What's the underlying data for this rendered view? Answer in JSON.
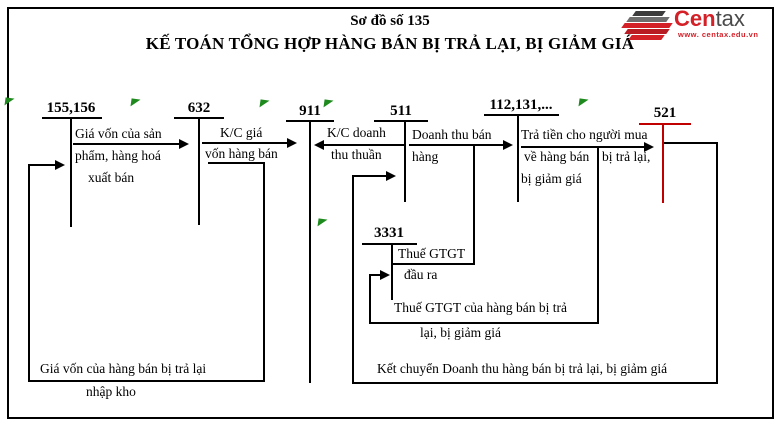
{
  "colors": {
    "line_black": "#000000",
    "accent_red": "#c00000",
    "marker_green": "#1e8a1e",
    "logo_red": "#d42027",
    "logo_dark": "#4a4a4a"
  },
  "title": {
    "subtitle": "Sơ đồ số 135",
    "main": "KẾ TOÁN TỔNG HỢP HÀNG BÁN BỊ TRẢ LẠI, BỊ GIẢM GIÁ"
  },
  "logo": {
    "brand_primary": "Cen",
    "brand_secondary": "tax",
    "website": "www. centax.edu.vn"
  },
  "accounts": {
    "inventory": "155,156",
    "cogs": "632",
    "income_summary": "911",
    "revenue": "511",
    "cash_receivable": "112,131,...",
    "sales_returns": "521",
    "output_vat": "3331"
  },
  "flows": {
    "cogs_out": [
      "Giá vốn của sản",
      "phẩm, hàng hoá",
      "xuất bán"
    ],
    "kc_cogs": [
      "K/C giá",
      "vốn hàng bán"
    ],
    "kc_net_revenue": [
      "K/C doanh",
      "thu thuần"
    ],
    "sales_revenue": [
      "Doanh thu bán",
      "hàng"
    ],
    "refund": [
      "Trả tiền cho người mua",
      "về hàng bán",
      "bị trả lại,",
      "bị giảm giá"
    ],
    "output_vat": [
      "Thuế GTGT",
      "đầu ra"
    ],
    "vat_of_returns": [
      "Thuế GTGT của hàng bán bị trả",
      "lại, bị giảm giá"
    ],
    "cogs_of_returns": [
      "Giá vốn của hàng bán bị trả lại",
      "nhập kho"
    ],
    "kc_returns": "Kết chuyển Doanh thu hàng bán bị trả lại, bị giảm giá"
  }
}
